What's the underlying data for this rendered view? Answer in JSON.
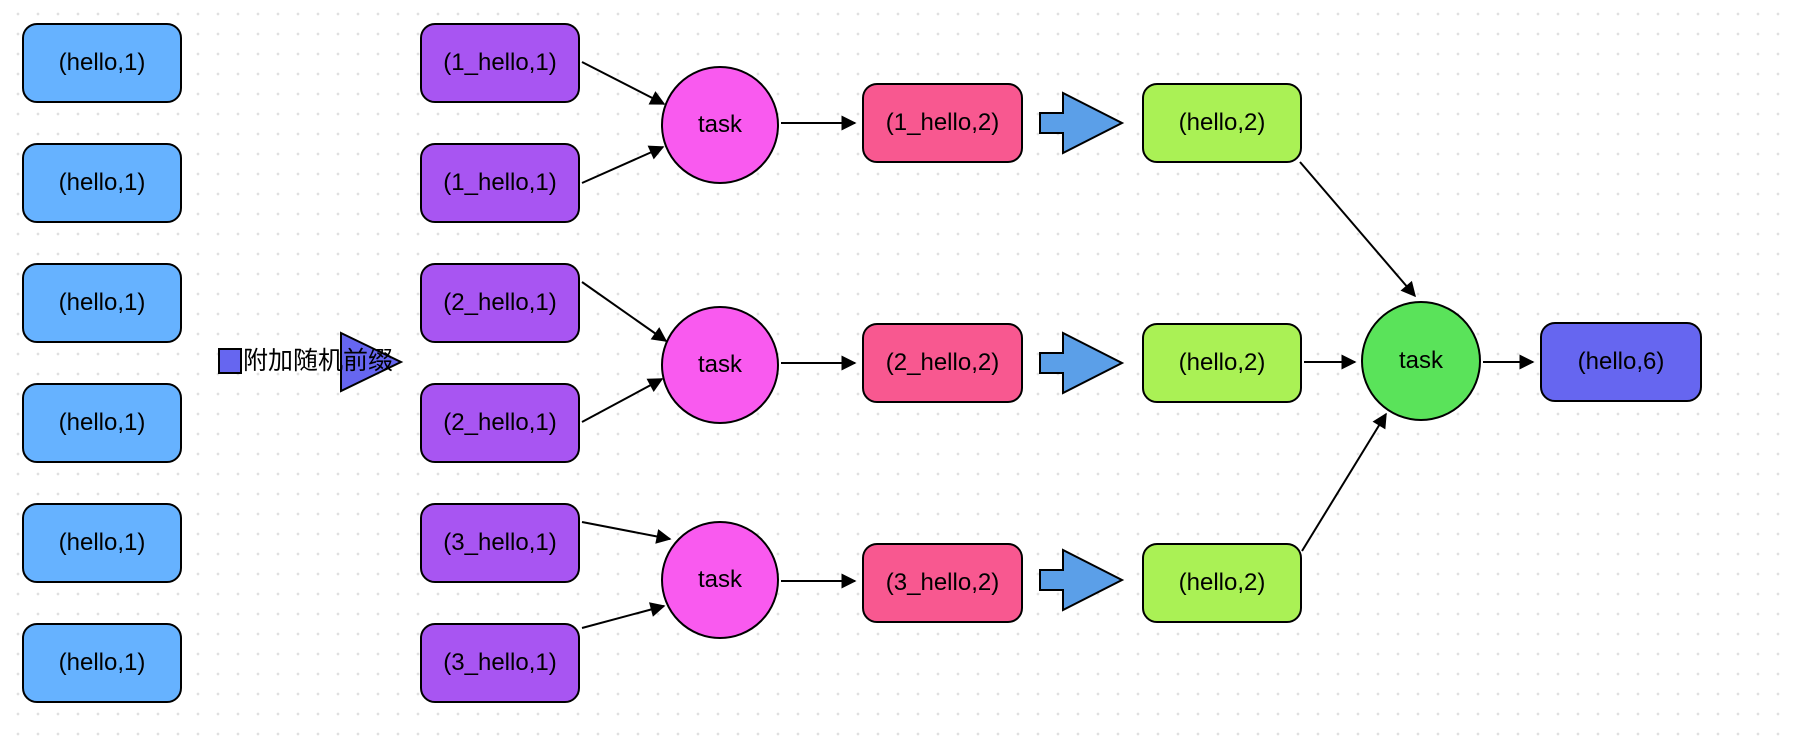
{
  "canvas": {
    "background": "#ffffff",
    "grid": "dotted"
  },
  "colors": {
    "grid-dot": "#e0e0e0",
    "edge": "#000000",
    "source-box": "#66B2FF",
    "prefixed-box": "#A855F2",
    "map-task": "#F95AEF",
    "aggregated-box": "#F85890",
    "transform-arrow": "#5B9FE8",
    "deprefixed-box": "#AAF155",
    "reduce-task": "#5AE35A",
    "result-box": "#6666F0",
    "annotation-accent": "#6666F0"
  },
  "nodes": {
    "source_boxes": [
      "(hello,1)",
      "(hello,1)",
      "(hello,1)",
      "(hello,1)",
      "(hello,1)",
      "(hello,1)"
    ],
    "prefixed_boxes": [
      "(1_hello,1)",
      "(1_hello,1)",
      "(2_hello,1)",
      "(2_hello,1)",
      "(3_hello,1)",
      "(3_hello,1)"
    ],
    "map_tasks": [
      "task",
      "task",
      "task"
    ],
    "aggregated_boxes": [
      "(1_hello,2)",
      "(2_hello,2)",
      "(3_hello,2)"
    ],
    "deprefixed_boxes": [
      "(hello,2)",
      "(hello,2)",
      "(hello,2)"
    ],
    "reduce_task": "task",
    "result_box": "(hello,6)"
  },
  "annotation": {
    "label": "附加随机前缀"
  }
}
